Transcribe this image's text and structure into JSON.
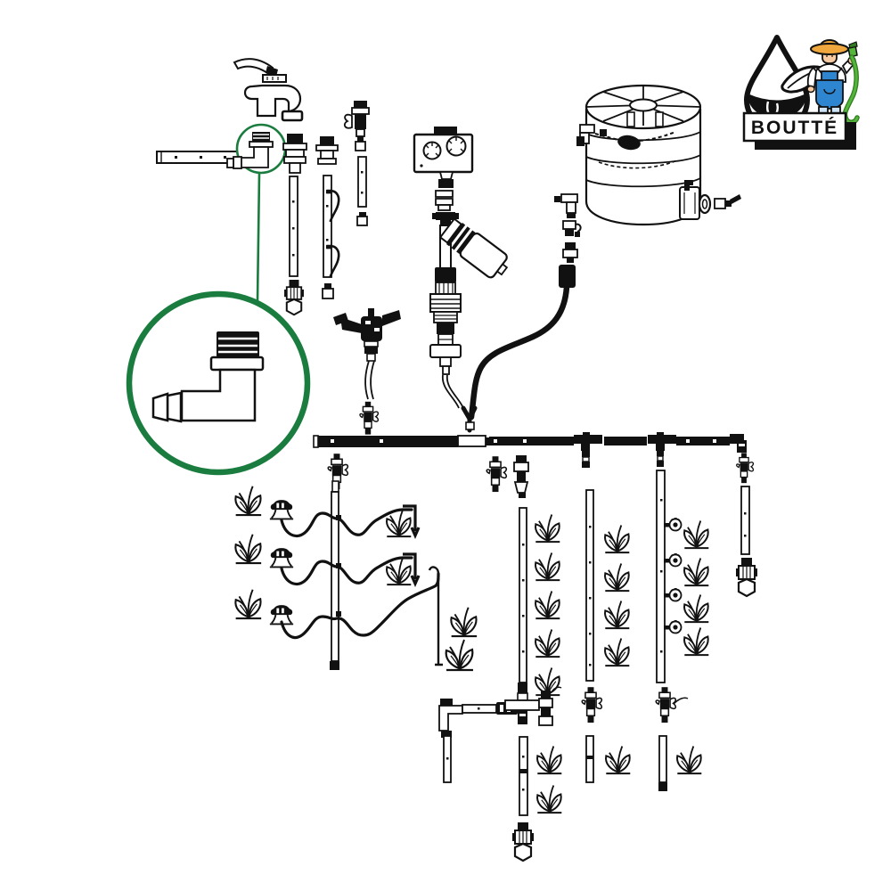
{
  "brand": {
    "name": "BOUTTÉ",
    "logo_colors": {
      "outline": "#111111",
      "hat": "#EFA73E",
      "skin": "#F8CBA2",
      "overalls": "#2E86D0",
      "hose_green": "#54B43B",
      "hose_green_dark": "#2F7D1F",
      "boots": "#E08A28"
    }
  },
  "diagram": {
    "kind": "drip-irrigation-watering-kit-parts-diagram",
    "accent_green": "#1A7C3E",
    "line_color": "#111111",
    "background": "#FFFFFF",
    "highlighted_part": "threaded-elbow-hose-adapter",
    "components": [
      "garden-tap",
      "perforated-supply-pipe",
      "magnifier-circle-small",
      "magnifier-circle-large",
      "threaded-elbow-hose-adapter",
      "tap-connector",
      "hose-connector",
      "riser-pipe",
      "hook-stake",
      "inline-tap-valve",
      "water-timer",
      "quick-connector",
      "tee-connector",
      "inline-filter",
      "pressure-reducer",
      "impact-sprinkler",
      "water-tank",
      "float-valve",
      "tank-outlet-fitting",
      "tank-grommet",
      "supply-hose",
      "main-drip-line",
      "wing-valve",
      "drip-line",
      "dripper",
      "micro-sprayer",
      "distribution-tube",
      "corner-support",
      "plant",
      "end-cap",
      "end-plug",
      "bottom-manifold"
    ]
  }
}
